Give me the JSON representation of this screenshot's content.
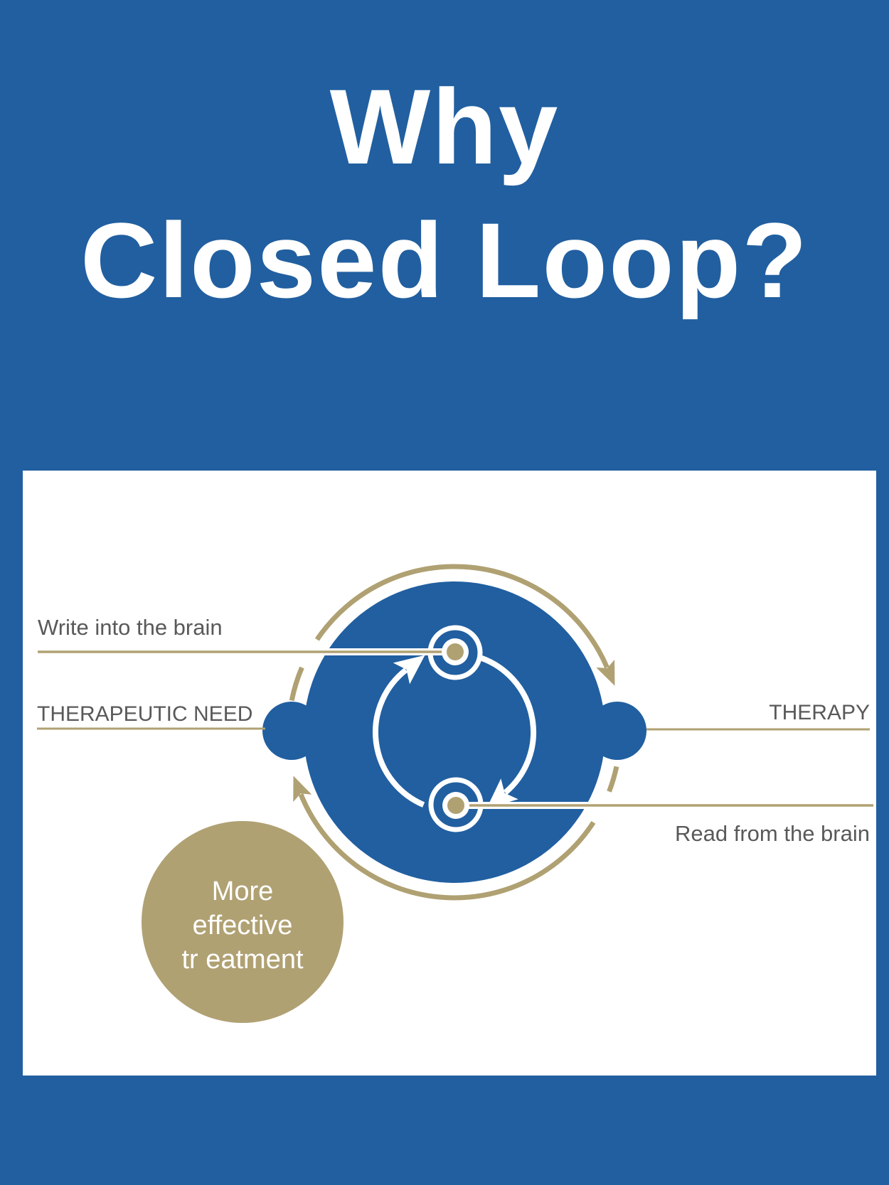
{
  "slide": {
    "title": {
      "line1": "Why",
      "line2": "Closed Loop?"
    }
  },
  "diagram": {
    "labels": {
      "write": "Write into the brain",
      "therapeutic_need": "THERAPEUTIC NEED",
      "therapy": "THERAPY",
      "read": "Read from the brain"
    },
    "badge": {
      "line1": "More",
      "line2": "effective",
      "line3": "tr eatment"
    },
    "icons": {
      "outer_cycle": "clockwise-cycle-arrows",
      "inner_cycle": "clockwise-cycle-arrows",
      "nodes": "electrode-node-dots"
    }
  },
  "colors": {
    "background_blue": "#215FA0",
    "panel_white": "#FFFFFF",
    "tan": "#B0A173",
    "label_gray": "#595959",
    "title_white": "#FFFFFF"
  }
}
